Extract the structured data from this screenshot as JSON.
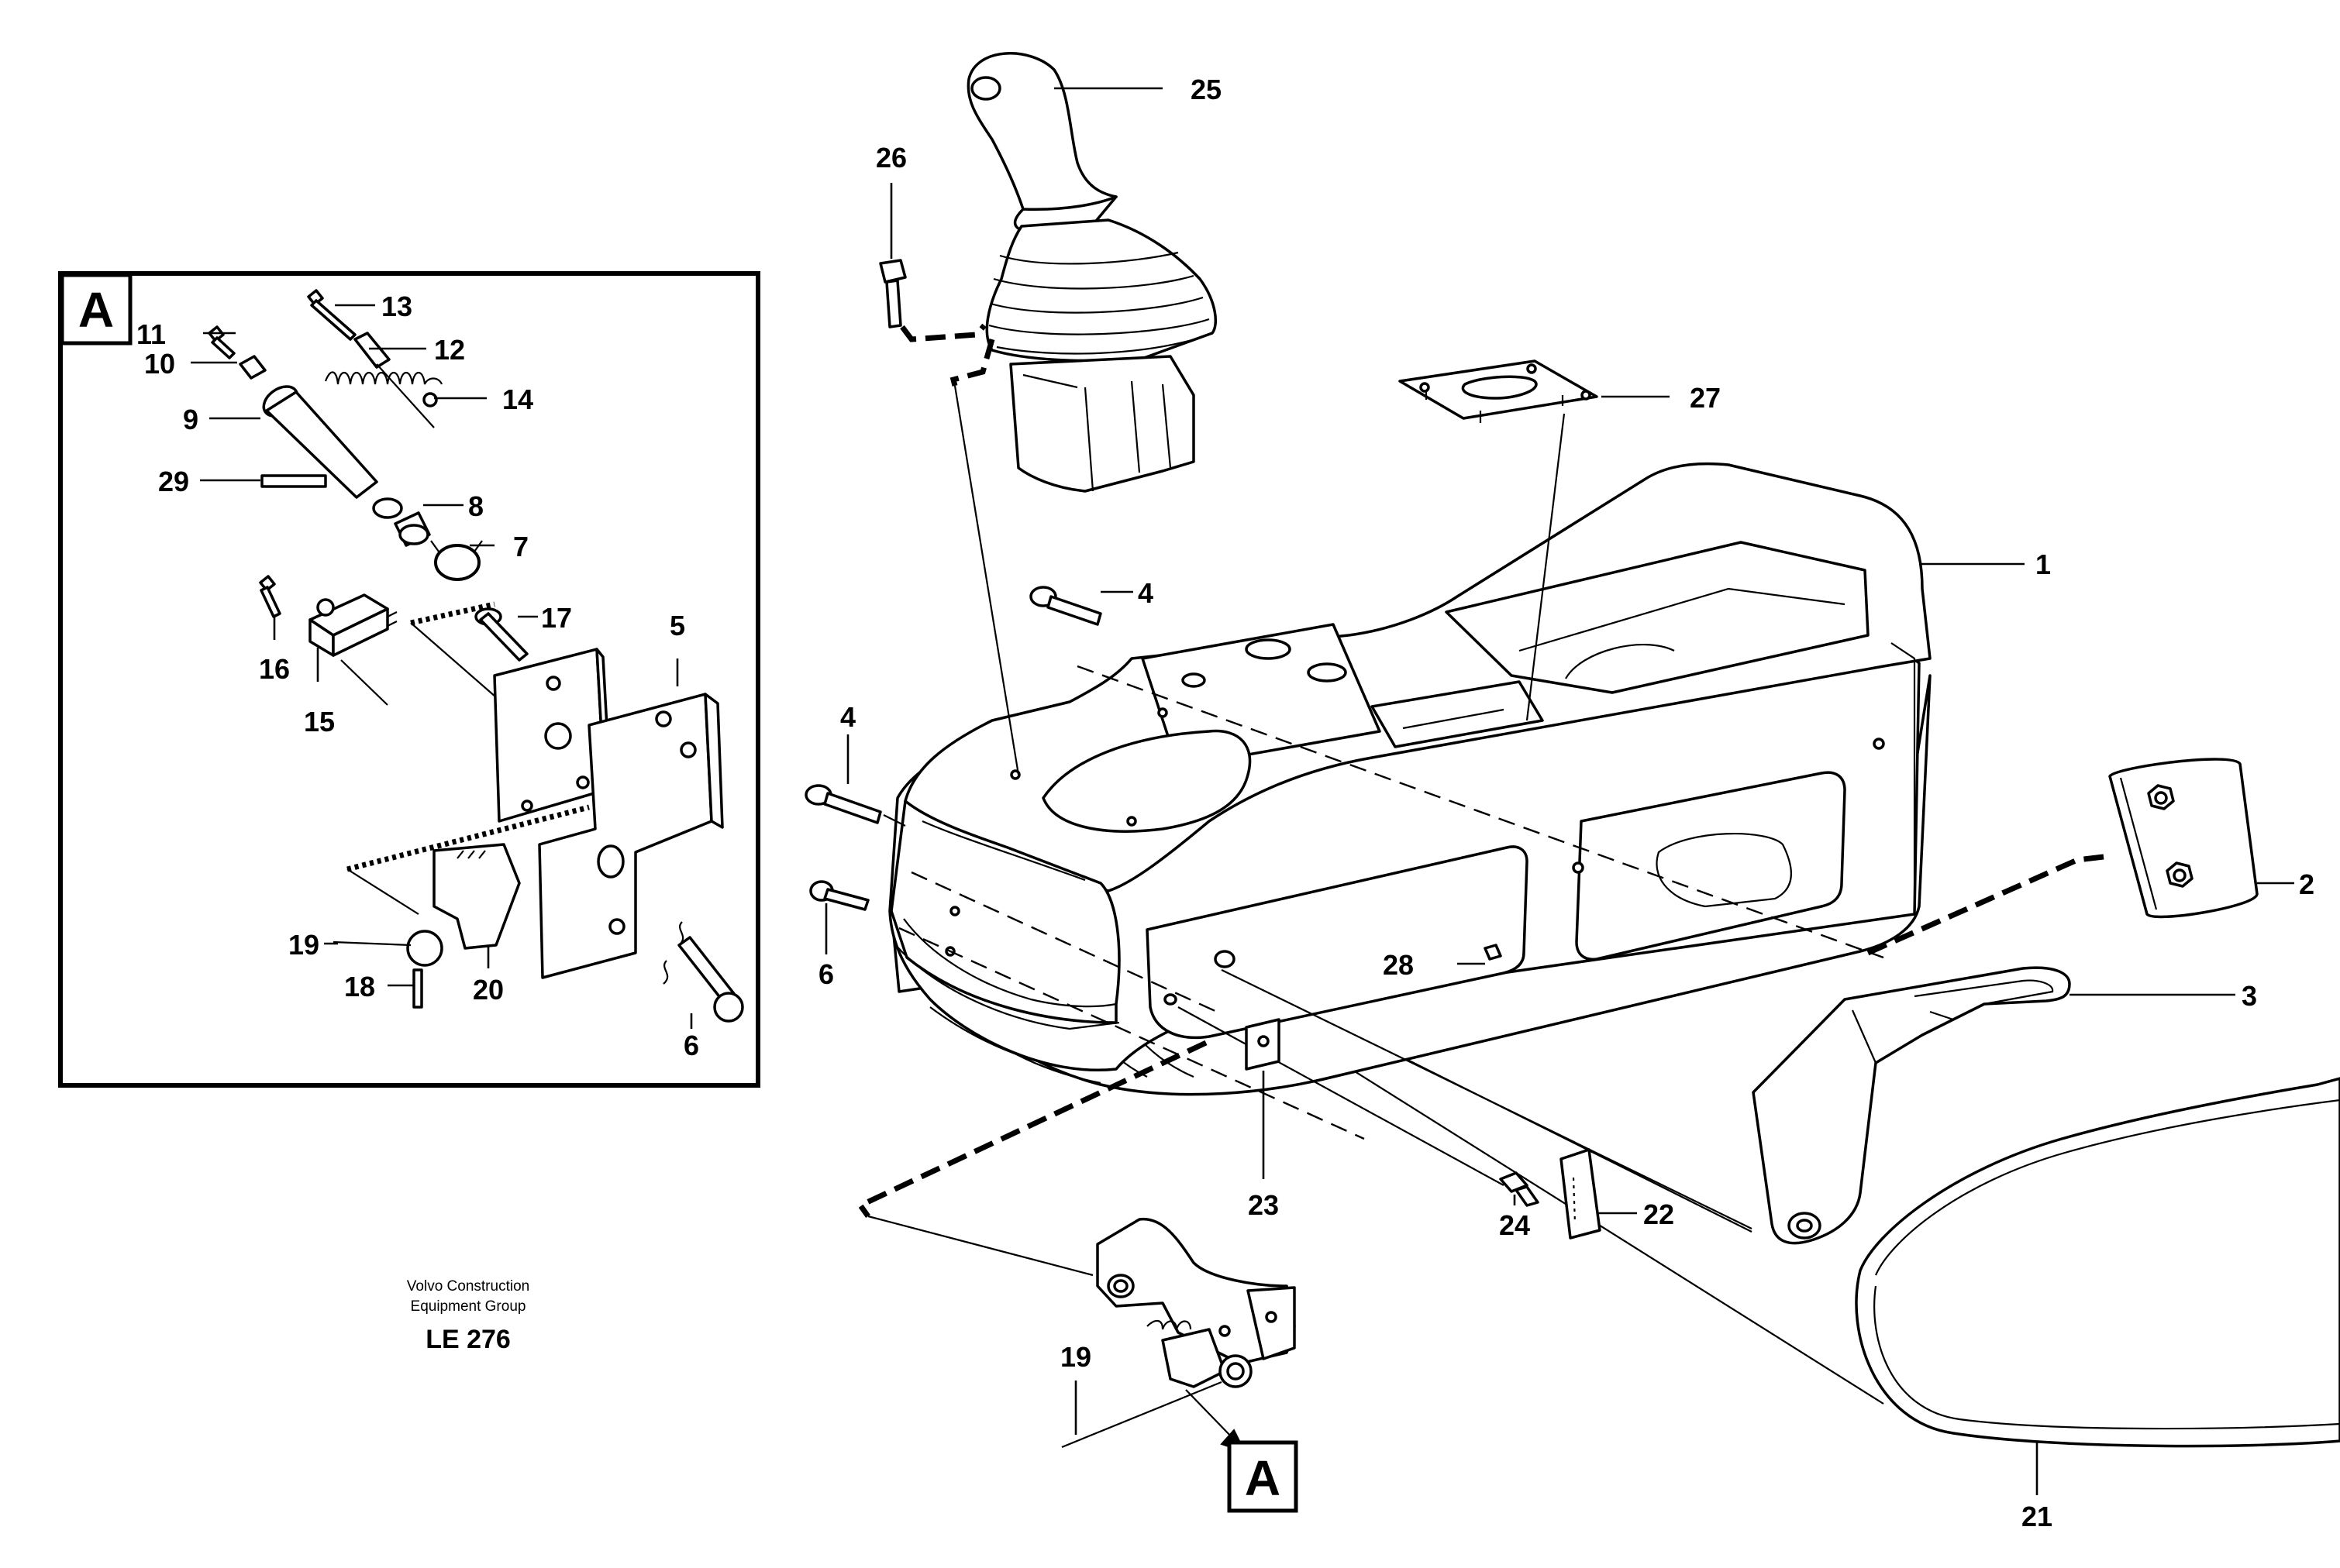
{
  "detail_box": {
    "label": "A"
  },
  "ref_marker": {
    "label": "A"
  },
  "callouts": [
    {
      "id": "1",
      "label": "1"
    },
    {
      "id": "2",
      "label": "2"
    },
    {
      "id": "3",
      "label": "3"
    },
    {
      "id": "4a",
      "label": "4"
    },
    {
      "id": "4b",
      "label": "4"
    },
    {
      "id": "5",
      "label": "5"
    },
    {
      "id": "6a",
      "label": "6"
    },
    {
      "id": "6b",
      "label": "6"
    },
    {
      "id": "7",
      "label": "7"
    },
    {
      "id": "8",
      "label": "8"
    },
    {
      "id": "9",
      "label": "9"
    },
    {
      "id": "10",
      "label": "10"
    },
    {
      "id": "11",
      "label": "11"
    },
    {
      "id": "12",
      "label": "12"
    },
    {
      "id": "13",
      "label": "13"
    },
    {
      "id": "14",
      "label": "14"
    },
    {
      "id": "15",
      "label": "15"
    },
    {
      "id": "16",
      "label": "16"
    },
    {
      "id": "17",
      "label": "17"
    },
    {
      "id": "18",
      "label": "18"
    },
    {
      "id": "19a",
      "label": "19"
    },
    {
      "id": "19b",
      "label": "19"
    },
    {
      "id": "20",
      "label": "20"
    },
    {
      "id": "21",
      "label": "21"
    },
    {
      "id": "22",
      "label": "22"
    },
    {
      "id": "23",
      "label": "23"
    },
    {
      "id": "24",
      "label": "24"
    },
    {
      "id": "25",
      "label": "25"
    },
    {
      "id": "26",
      "label": "26"
    },
    {
      "id": "27",
      "label": "27"
    },
    {
      "id": "28",
      "label": "28"
    },
    {
      "id": "29",
      "label": "29"
    }
  ],
  "credit": {
    "line1": "Volvo Construction",
    "line2": "Equipment Group",
    "code": "LE 276"
  }
}
